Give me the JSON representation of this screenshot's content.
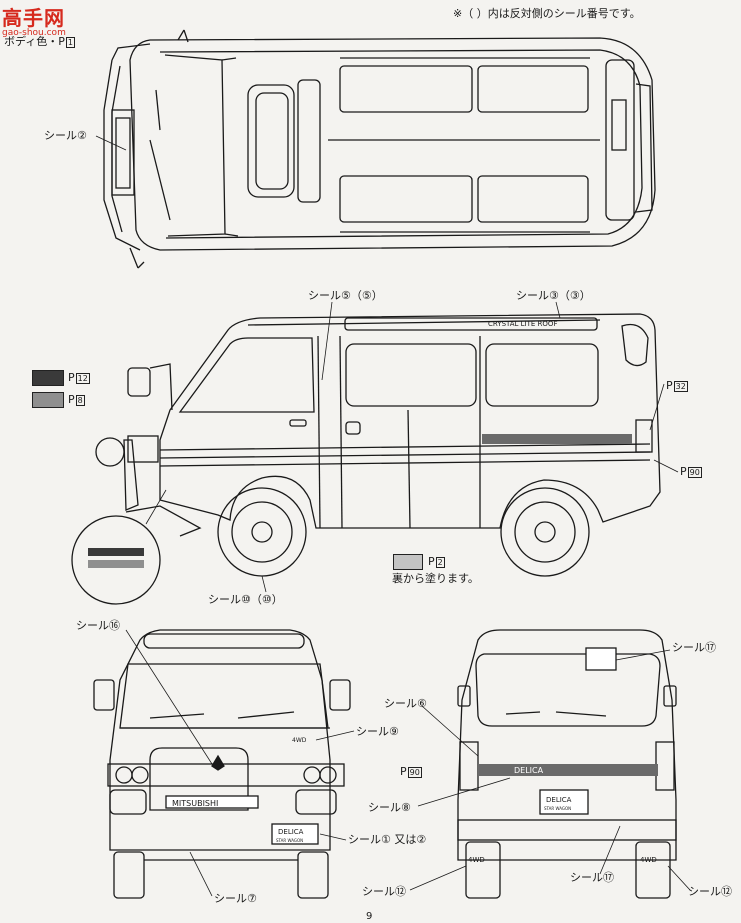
{
  "watermark": {
    "text": "高手网",
    "sub": "gao-shou.com"
  },
  "header_note": "※（ ）内は反対側のシール番号です。",
  "body_color": {
    "label": "ボディ色・P",
    "code": "1"
  },
  "top_view": {
    "seal_label": "シール②"
  },
  "side_view": {
    "seal_top_left": "シール⑤（⑤）",
    "seal_top_right": "シール③（③）",
    "seal_wheel": "シール⑩（⑩）",
    "roof_text": "CRYSTAL LITE ROOF",
    "paint_right_upper": {
      "prefix": "P",
      "code": "32"
    },
    "paint_right_lower": {
      "prefix": "P",
      "code": "90"
    },
    "paint_inner": {
      "prefix": "P",
      "code": "2",
      "note": "裏から塗ります。"
    }
  },
  "legend": [
    {
      "prefix": "P",
      "code": "12",
      "color": "#3a3a3a"
    },
    {
      "prefix": "P",
      "code": "8",
      "color": "#8f8f8f"
    }
  ],
  "inner_swatch_color": "#c4c4c4",
  "front_view": {
    "seal_top": "シール⑯",
    "seal_right": "シール⑨",
    "seal_plate": "シール① 又は②",
    "seal_bottom": "シール⑦",
    "brand_text": "MITSUBISHI",
    "plate_text": "DELICA",
    "plate_sub": "STAR WAGON",
    "badge_4wd": "4WD"
  },
  "rear_view": {
    "seal_top_right": "シール⑰",
    "seal_6": "シール⑥",
    "seal_8": "シール⑧",
    "paint_90": {
      "prefix": "P",
      "code": "90"
    },
    "seal_12_left": "シール⑫",
    "seal_17_bottom": "シール⑰",
    "seal_12_right": "シール⑫",
    "plate_text": "DELICA",
    "plate_sub": "STAR WAGON",
    "stripe_text": "DELICA",
    "mudflap_text": "4WD"
  },
  "page_number": "9"
}
